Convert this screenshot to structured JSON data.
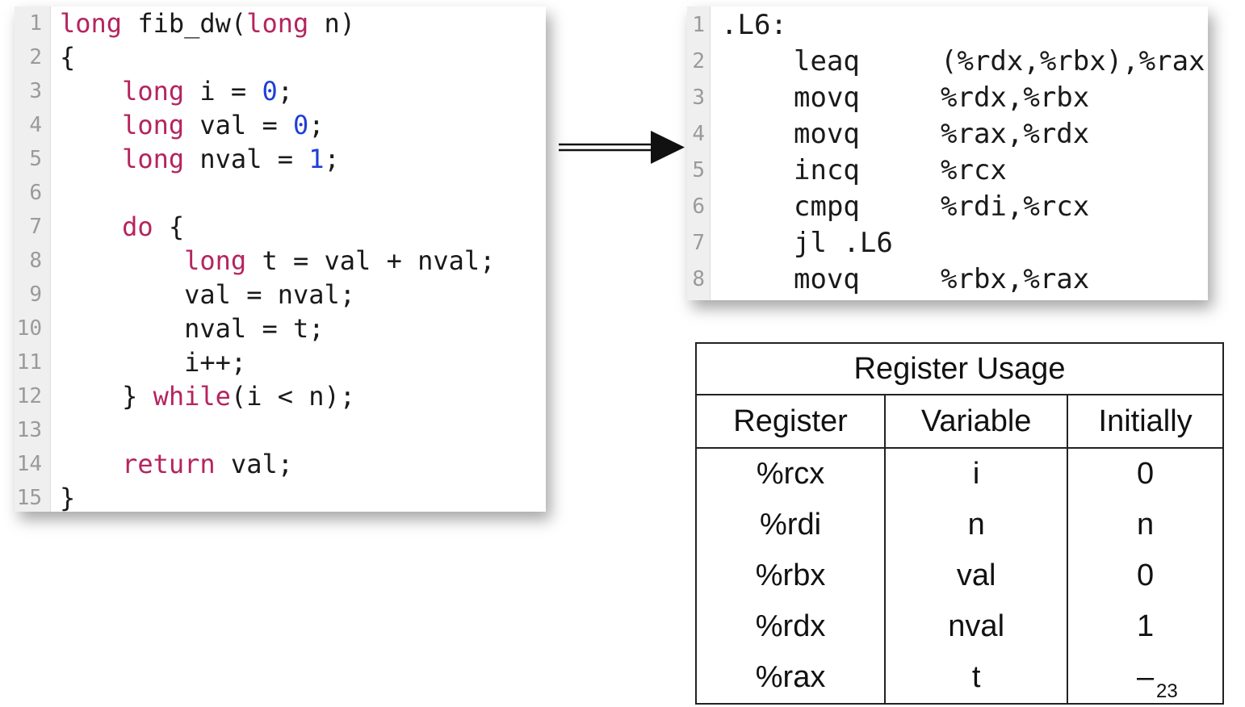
{
  "c_code": {
    "lines": [
      {
        "n": "1",
        "parts": [
          [
            "kw",
            "long"
          ],
          [
            "t",
            " fib_dw("
          ],
          [
            "kw",
            "long"
          ],
          [
            "t",
            " n)"
          ]
        ]
      },
      {
        "n": "2",
        "parts": [
          [
            "t",
            "{"
          ]
        ]
      },
      {
        "n": "3",
        "parts": [
          [
            "t",
            "    "
          ],
          [
            "kw",
            "long"
          ],
          [
            "t",
            " i = "
          ],
          [
            "num",
            "0"
          ],
          [
            "t",
            ";"
          ]
        ]
      },
      {
        "n": "4",
        "parts": [
          [
            "t",
            "    "
          ],
          [
            "kw",
            "long"
          ],
          [
            "t",
            " val = "
          ],
          [
            "num",
            "0"
          ],
          [
            "t",
            ";"
          ]
        ]
      },
      {
        "n": "5",
        "parts": [
          [
            "t",
            "    "
          ],
          [
            "kw",
            "long"
          ],
          [
            "t",
            " nval = "
          ],
          [
            "num",
            "1"
          ],
          [
            "t",
            ";"
          ]
        ]
      },
      {
        "n": "6",
        "parts": []
      },
      {
        "n": "7",
        "parts": [
          [
            "t",
            "    "
          ],
          [
            "kw",
            "do"
          ],
          [
            "t",
            " {"
          ]
        ]
      },
      {
        "n": "8",
        "parts": [
          [
            "t",
            "        "
          ],
          [
            "kw",
            "long"
          ],
          [
            "t",
            " t = val + nval;"
          ]
        ]
      },
      {
        "n": "9",
        "parts": [
          [
            "t",
            "        val = nval;"
          ]
        ]
      },
      {
        "n": "10",
        "parts": [
          [
            "t",
            "        nval = t;"
          ]
        ]
      },
      {
        "n": "11",
        "parts": [
          [
            "t",
            "        i++;"
          ]
        ]
      },
      {
        "n": "12",
        "parts": [
          [
            "t",
            "    } "
          ],
          [
            "kw",
            "while"
          ],
          [
            "t",
            "(i < n);"
          ]
        ]
      },
      {
        "n": "13",
        "parts": []
      },
      {
        "n": "14",
        "parts": [
          [
            "t",
            "    "
          ],
          [
            "kw",
            "return"
          ],
          [
            "t",
            " val;"
          ]
        ]
      },
      {
        "n": "15",
        "parts": [
          [
            "t",
            "}"
          ]
        ]
      }
    ]
  },
  "asm_code": {
    "lines": [
      {
        "n": "1",
        "label": ".L6:",
        "op": "",
        "args": ""
      },
      {
        "n": "2",
        "label": "",
        "op": "leaq",
        "args": "(%rdx,%rbx),%rax"
      },
      {
        "n": "3",
        "label": "",
        "op": "movq",
        "args": "%rdx,%rbx"
      },
      {
        "n": "4",
        "label": "",
        "op": "movq",
        "args": "%rax,%rdx"
      },
      {
        "n": "5",
        "label": "",
        "op": "incq",
        "args": "%rcx"
      },
      {
        "n": "6",
        "label": "",
        "op": "cmpq",
        "args": "%rdi,%rcx"
      },
      {
        "n": "7",
        "label": "",
        "op": "jl .L6",
        "args": ""
      },
      {
        "n": "8",
        "label": "",
        "op": "movq",
        "args": "%rbx,%rax"
      }
    ]
  },
  "register_table": {
    "title": "Register Usage",
    "headers": [
      "Register",
      "Variable",
      "Initially"
    ],
    "rows": [
      [
        "%rcx",
        "i",
        "0"
      ],
      [
        "%rdi",
        "n",
        "n"
      ],
      [
        "%rbx",
        "val",
        "0"
      ],
      [
        "%rdx",
        "nval",
        "1"
      ],
      [
        "%rax",
        "t",
        "–"
      ]
    ]
  },
  "page_number": "23",
  "colors": {
    "keyword": "#b5245f",
    "number": "#1f3fd6",
    "line_number": "#9a9a9a"
  }
}
